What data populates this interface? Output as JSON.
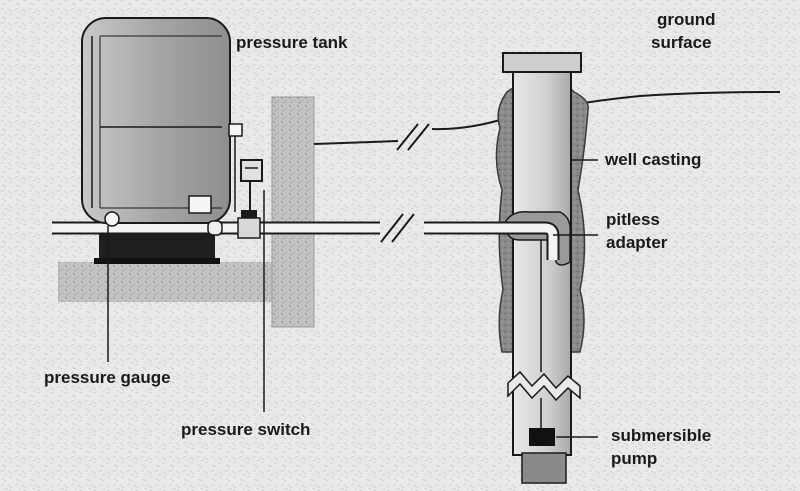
{
  "labels": {
    "pressure_tank": "pressure tank",
    "ground": "ground",
    "surface": "surface",
    "well_casting": "well casting",
    "pitless": "pitless",
    "adapter": "adapter",
    "pressure_gauge": "pressure gauge",
    "pressure_switch": "pressure switch",
    "submersible": "submersible",
    "pump": "pump"
  },
  "colors": {
    "background": "#e9e9e9",
    "ink": "#1a1a1a",
    "tank": "#a8a8a8",
    "casing": "#d4d4d4",
    "concrete": "#c2c2c2",
    "stand": "#1f1f1f"
  }
}
